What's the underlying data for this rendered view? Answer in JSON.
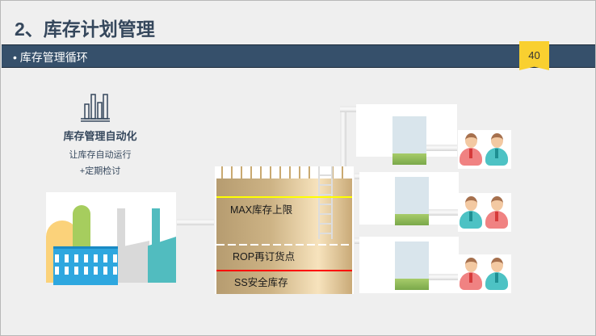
{
  "slide": {
    "title": "2、库存计划管理",
    "section": "库存管理循环",
    "page_number": "40"
  },
  "automation": {
    "heading": "库存管理自动化",
    "lines": [
      "让库存自动运行",
      "+定期检讨"
    ]
  },
  "tank": {
    "max_label": "MAX库存上限",
    "rop_label": "ROP再订货点",
    "ss_label": "SS安全库存"
  },
  "colors": {
    "band": "#36506b",
    "badge": "#f9d030",
    "max_line": "#ffff00",
    "rop_line": "#ffffff",
    "ss_line": "#ff0000"
  }
}
